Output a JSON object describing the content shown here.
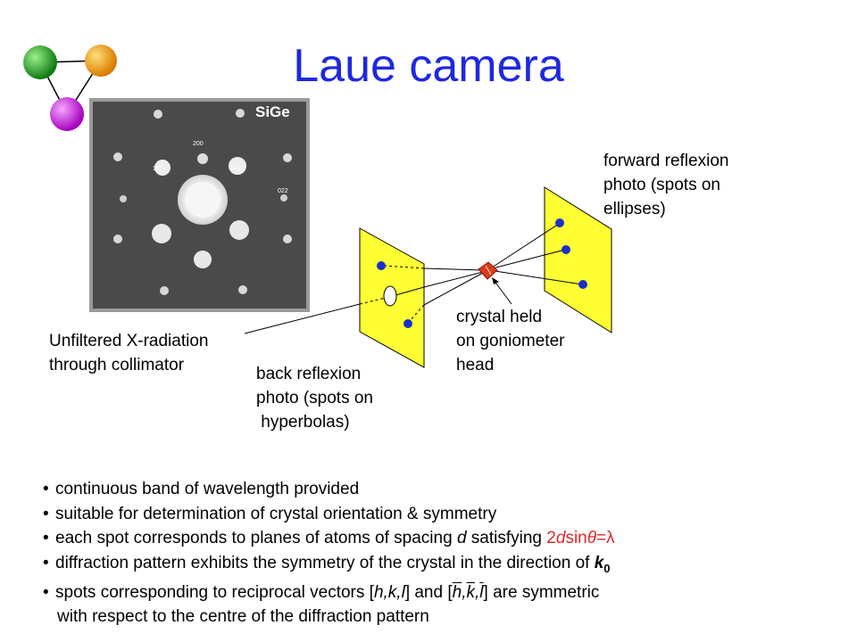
{
  "title": "Laue camera",
  "photo_tag": "SiGe",
  "photo_spot_labels": [
    "200",
    "111",
    "111",
    "022"
  ],
  "labels": {
    "forward": [
      "forward reflexion",
      "photo (spots on",
      "ellipses)"
    ],
    "crystal": [
      "crystal held",
      "on goniometer",
      "head"
    ],
    "xray": [
      "Unfiltered X-radiation",
      "through collimator"
    ],
    "back": [
      "back reflexion",
      "photo (spots on",
      " hyperbolas)"
    ]
  },
  "bullets": {
    "b1": "continuous band of wavelength provided",
    "b2": "suitable for determination of crystal orientation & symmetry",
    "b3_pre": "each spot corresponds to planes of atoms of spacing ",
    "b3_d": "d",
    "b3_mid": " satisfying ",
    "b3_formula_a": "2",
    "b3_formula_d": "d",
    "b3_formula_b": "sin",
    "b3_formula_theta": "θ",
    "b3_formula_eq": "=",
    "b3_formula_lambda": "λ",
    "b4_pre": "diffraction pattern exhibits the symmetry of the crystal in the direction of ",
    "b4_k": "k",
    "b4_sub": "0",
    "b5_pre": "spots corresponding to reciprocal vectors [",
    "b5_v1": "h,k,l",
    "b5_mid": "] and [",
    "b5_h": "h",
    "b5_c1": ",",
    "b5_k": "k",
    "b5_c2": ",",
    "b5_l": "l",
    "b5_post": "] are symmetric",
    "b5_cont": "with respect to the centre of the diffraction pattern"
  },
  "colors": {
    "title": "#1f28e0",
    "plate": "#ffff33",
    "spot": "#1a2fc8",
    "crystal": "#e03a1a",
    "formula": "#e0262a"
  }
}
